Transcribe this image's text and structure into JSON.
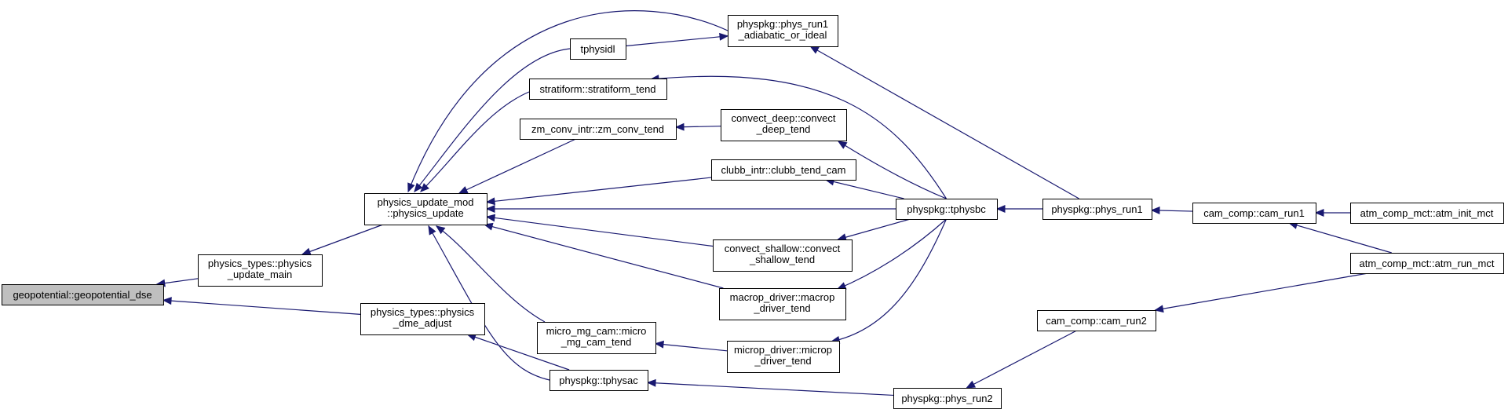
{
  "colors": {
    "edge": "#191970",
    "node_border": "#000000",
    "root_fill": "#bfbfbf",
    "node_fill": "#ffffff"
  },
  "nodes": {
    "geopotential_dse": [
      "geopotential::geopotential_dse"
    ],
    "physics_update_main": [
      "physics_types::physics",
      "_update_main"
    ],
    "physics_dme_adjust": [
      "physics_types::physics",
      "_dme_adjust"
    ],
    "physics_update": [
      "physics_update_mod",
      "::physics_update"
    ],
    "tphysac": [
      "physpkg::tphysac"
    ],
    "phys_run1_adiabatic_or_ideal": [
      "physpkg::phys_run1",
      "_adiabatic_or_ideal"
    ],
    "tphysidl": [
      "tphysidl"
    ],
    "stratiform_tend": [
      "stratiform::stratiform_tend"
    ],
    "zm_conv_tend": [
      "zm_conv_intr::zm_conv_tend"
    ],
    "convect_deep_tend": [
      "convect_deep::convect",
      "_deep_tend"
    ],
    "clubb_tend_cam": [
      "clubb_intr::clubb_tend_cam"
    ],
    "tphysbc": [
      "physpkg::tphysbc"
    ],
    "convect_shallow_tend": [
      "convect_shallow::convect",
      "_shallow_tend"
    ],
    "macrop_driver_tend": [
      "macrop_driver::macrop",
      "_driver_tend"
    ],
    "micro_mg_cam_tend": [
      "micro_mg_cam::micro",
      "_mg_cam_tend"
    ],
    "microp_driver_tend": [
      "microp_driver::microp",
      "_driver_tend"
    ],
    "phys_run2": [
      "physpkg::phys_run2"
    ],
    "phys_run1": [
      "physpkg::phys_run1"
    ],
    "cam_run1": [
      "cam_comp::cam_run1"
    ],
    "cam_run2": [
      "cam_comp::cam_run2"
    ],
    "atm_init_mct": [
      "atm_comp_mct::atm_init_mct"
    ],
    "atm_run_mct": [
      "atm_comp_mct::atm_run_mct"
    ]
  },
  "edges": [
    [
      "physics_update_main",
      "geopotential_dse"
    ],
    [
      "physics_dme_adjust",
      "geopotential_dse"
    ],
    [
      "physics_update",
      "physics_update_main"
    ],
    [
      "tphysac",
      "physics_dme_adjust"
    ],
    [
      "phys_run1_adiabatic_or_ideal",
      "physics_update"
    ],
    [
      "tphysidl",
      "physics_update"
    ],
    [
      "stratiform_tend",
      "physics_update"
    ],
    [
      "zm_conv_tend",
      "physics_update"
    ],
    [
      "clubb_tend_cam",
      "physics_update"
    ],
    [
      "tphysbc",
      "physics_update"
    ],
    [
      "convect_shallow_tend",
      "physics_update"
    ],
    [
      "macrop_driver_tend",
      "physics_update"
    ],
    [
      "micro_mg_cam_tend",
      "physics_update"
    ],
    [
      "tphysac",
      "physics_update"
    ],
    [
      "tphysidl",
      "phys_run1_adiabatic_or_ideal"
    ],
    [
      "convect_deep_tend",
      "zm_conv_tend"
    ],
    [
      "microp_driver_tend",
      "micro_mg_cam_tend"
    ],
    [
      "tphysbc",
      "stratiform_tend"
    ],
    [
      "tphysbc",
      "convect_deep_tend"
    ],
    [
      "tphysbc",
      "clubb_tend_cam"
    ],
    [
      "tphysbc",
      "convect_shallow_tend"
    ],
    [
      "tphysbc",
      "macrop_driver_tend"
    ],
    [
      "tphysbc",
      "microp_driver_tend"
    ],
    [
      "phys_run1",
      "tphysbc"
    ],
    [
      "phys_run1",
      "phys_run1_adiabatic_or_ideal"
    ],
    [
      "phys_run2",
      "tphysac"
    ],
    [
      "cam_run1",
      "phys_run1"
    ],
    [
      "cam_run2",
      "phys_run2"
    ],
    [
      "atm_init_mct",
      "cam_run1"
    ],
    [
      "atm_run_mct",
      "cam_run1"
    ],
    [
      "atm_run_mct",
      "cam_run2"
    ]
  ]
}
